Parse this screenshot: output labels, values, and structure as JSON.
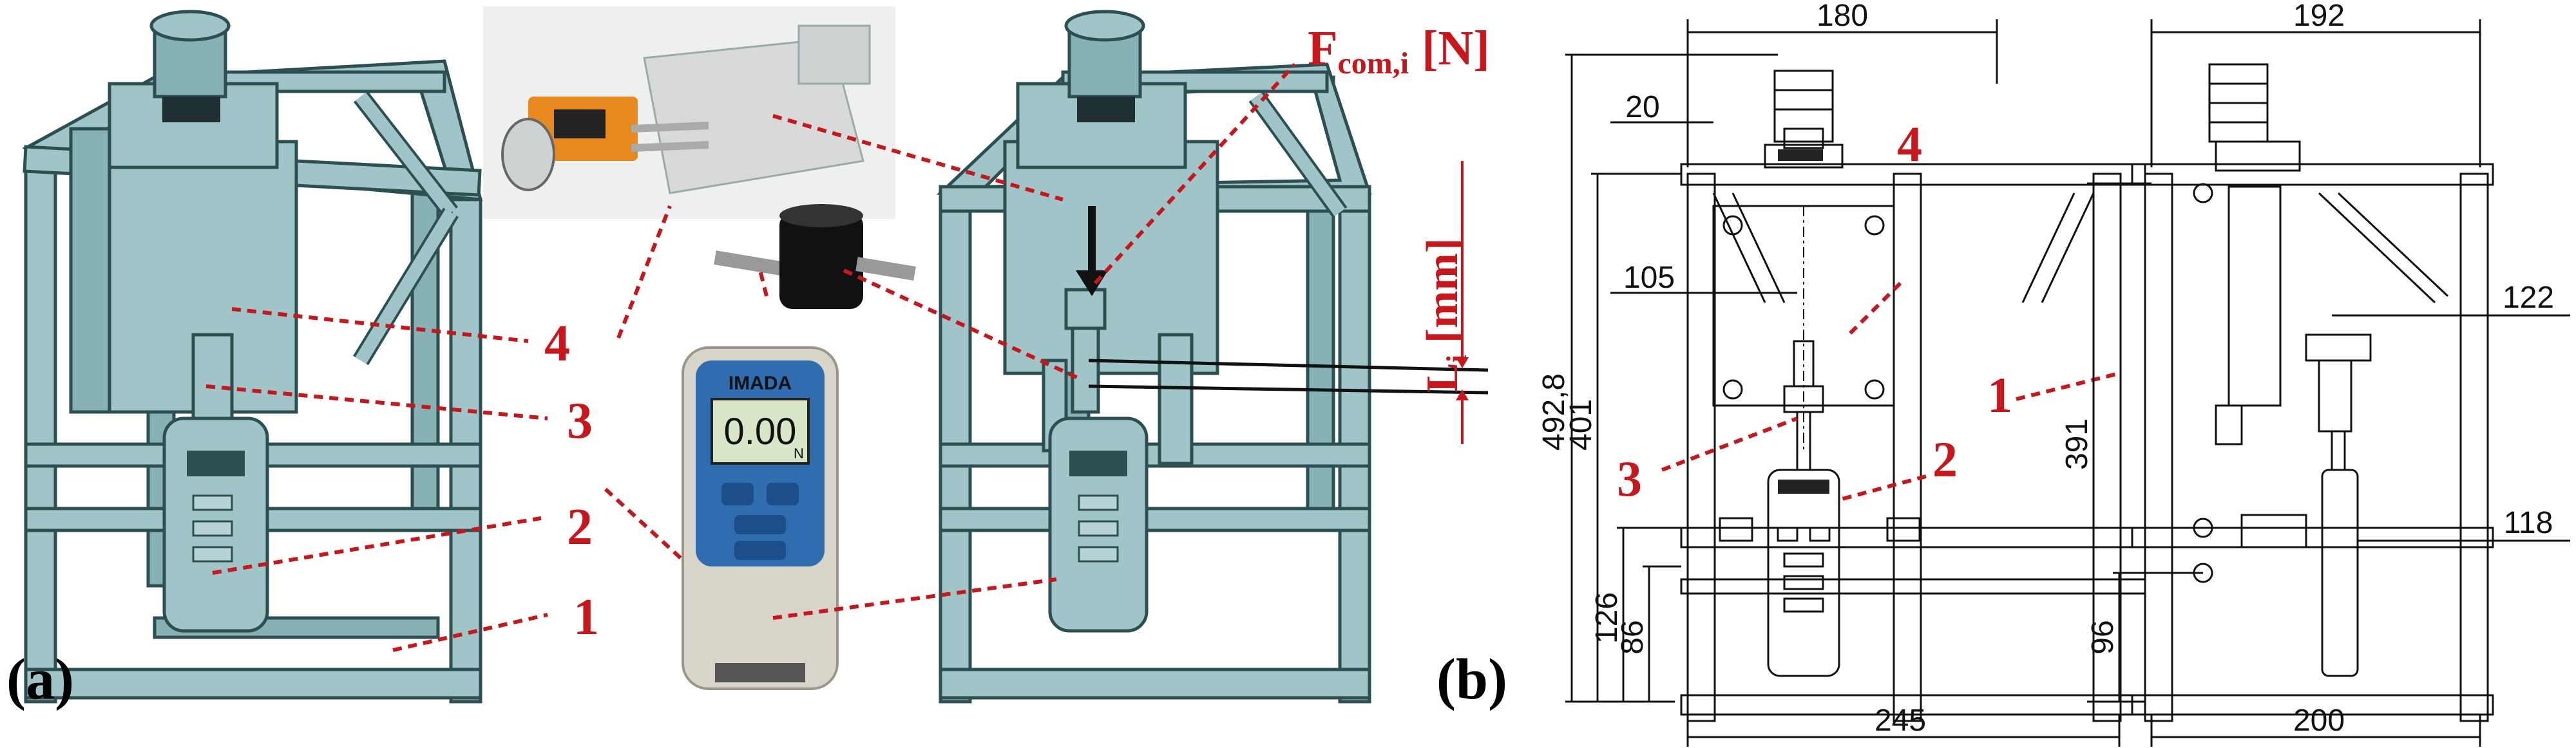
{
  "figure": {
    "panel_a_label": "(a)",
    "panel_b_label": "(b)"
  },
  "labels": {
    "n1": "1",
    "n2": "2",
    "n3": "3",
    "n4": "4",
    "force_main": "F",
    "force_sub": "com,i",
    "force_unit": "[N]",
    "length_main": "L",
    "length_sub": "i",
    "length_unit": "[mm]"
  },
  "gauge": {
    "brand": "IMADA",
    "reading": "0.00",
    "unit": "N"
  },
  "dimensions": {
    "front": {
      "top_width": "180",
      "offset": "20",
      "inner": "105",
      "total_height": "492,8",
      "frame_height": "401",
      "lower1": "126",
      "lower2": "86",
      "bottom_width": "245"
    },
    "side": {
      "top_width": "192",
      "d1": "122",
      "height": "391",
      "d2": "118",
      "lower": "96",
      "bottom_width": "200"
    }
  },
  "colors": {
    "frame": "#9fc5c8",
    "label_red": "#c8161d",
    "gauge_body": "#d9d4c9",
    "gauge_blue": "#2f6db0",
    "cylinder_orange": "#e8891d"
  }
}
